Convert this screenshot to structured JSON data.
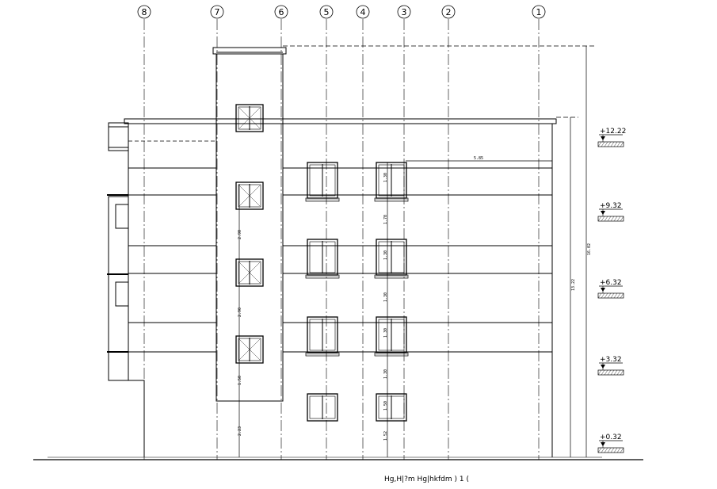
{
  "grid_axes": [
    "8",
    "7",
    "6",
    "5",
    "4",
    "3",
    "2",
    "1"
  ],
  "levels": [
    "+12.22",
    "+9.32",
    "+6.32",
    "+3.32",
    "+0.32"
  ],
  "dimensions": {
    "top_span": "5.85",
    "overall_height": "16.02",
    "height_to_parapet": "13.22",
    "stair_dims": [
      "2.90",
      "2.90",
      "1.50",
      "2.23"
    ],
    "window_dims": [
      "1.30",
      "1.70",
      "1.30",
      "1.30",
      "1.30",
      "1.30",
      "1.50",
      "1.52"
    ]
  },
  "title": "Hg,H|?m  Hg|hkfdm  ) 1   ("
}
